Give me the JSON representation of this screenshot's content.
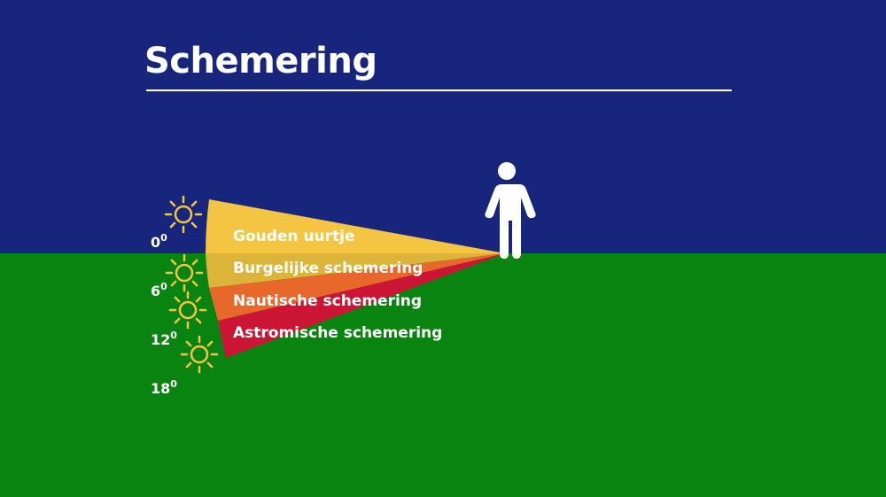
{
  "title": "Schemering",
  "colors": {
    "sky": "#17267c",
    "ground": "#0a8411",
    "golden": "#f4c443",
    "civil": "#dcb43a",
    "nautical": "#e8672a",
    "astronomical": "#cc1534",
    "sun": "#f4c443",
    "person": "#ffffff"
  },
  "bands": [
    {
      "label": "Gouden uurtje"
    },
    {
      "label": "Burgelijke schemering"
    },
    {
      "label": "Nautische schemering"
    },
    {
      "label": "Astromische schemering"
    }
  ],
  "degrees": [
    {
      "value": "0",
      "unit": "0"
    },
    {
      "value": "6",
      "unit": "0"
    },
    {
      "value": "12",
      "unit": "0"
    },
    {
      "value": "18",
      "unit": "0"
    }
  ],
  "icons": {
    "sun": "sun-icon",
    "person": "person-icon"
  }
}
